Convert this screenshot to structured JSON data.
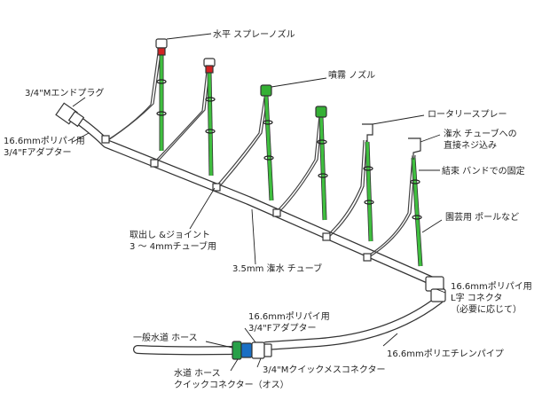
{
  "colors": {
    "pole_green": "#3fbf3f",
    "pipe_outline": "#333333",
    "nozzle_red": "#d22323",
    "mist_green": "#34b034",
    "connector_blue": "#1a6fc4",
    "connector_green": "#27a048"
  },
  "labels": {
    "horizontal_spray_nozzle": "水平 スプレーノズル",
    "end_plug": "3/4\"Mエンドプラグ",
    "f_adapter_top": "16.6mmポリパイ用\n3/4\"Fアダプター",
    "mist_nozzle": "噴霧 ノズル",
    "rotary_spray": "ロータリースプレー",
    "direct_screw": "潅水 チューブへの\n直接ネジ込み",
    "cable_tie": "結束 バンドでの固定",
    "garden_pole": "園芸用 ポールなど",
    "tap_joint": "取出し &ジョイント\n3 ～ 4mmチューブ用",
    "tube_35": "3.5mm 潅水 チューブ",
    "l_connector": "16.6mmポリパイ用\nL字 コネクタ\n（必要に応じて）",
    "f_adapter_bottom": "16.6mmポリパイ用\n3/4\"Fアダプター",
    "garden_hose": "一般水道 ホース",
    "pe_pipe": "16.6mmポリエチレンパイプ",
    "hose_quick_connector": "水道 ホース\nクイックコネクター（オス）",
    "m_quick_connector": "3/4\"Mクイックメスコネクター"
  }
}
